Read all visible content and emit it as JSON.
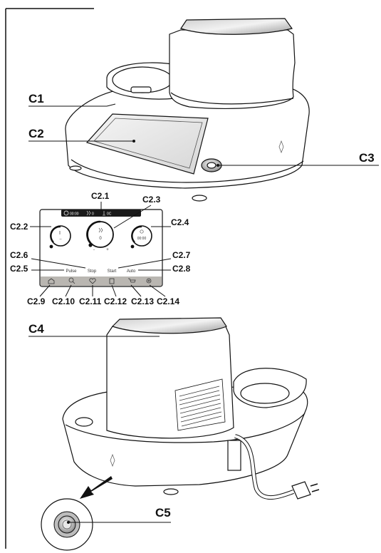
{
  "callouts": {
    "c1": "C1",
    "c2": "C2",
    "c3": "C3",
    "c4": "C4",
    "c5": "C5",
    "c2_1": "C2.1",
    "c2_2": "C2.2",
    "c2_3": "C2.3",
    "c2_4": "C2.4",
    "c2_5": "C2.5",
    "c2_6": "C2.6",
    "c2_7": "C2.7",
    "c2_8": "C2.8",
    "c2_9": "C2.9",
    "c2_10": "C2.10",
    "c2_11": "C2.11",
    "c2_12": "C2.12",
    "c2_13": "C2.13",
    "c2_14": "C2.14"
  },
  "screen": {
    "status": {
      "time": "00:00",
      "speed": "0",
      "temp": "0C"
    },
    "dial_left_value": "--",
    "dial_center_value": "0",
    "dial_center_minus": "-",
    "dial_center_plus": "+",
    "dial_right_value": "00:00",
    "buttons": {
      "pulse": "Pulse",
      "stop": "Stop",
      "start": "Start",
      "auto": "Auto"
    }
  },
  "icons": [
    "home-icon",
    "search-icon",
    "heart-icon",
    "book-icon",
    "cart-icon",
    "gear-icon"
  ],
  "colors": {
    "line": "#111111",
    "tabbar": "#b9b6b1",
    "statusbar": "#1a1a1a"
  }
}
